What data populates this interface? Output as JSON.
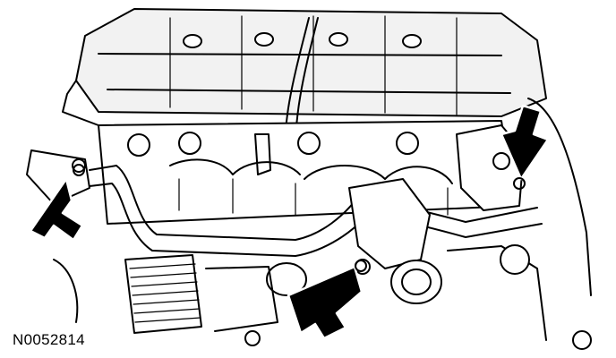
{
  "figure": {
    "id_label": "N0052814",
    "subject": "engine-coolant-tube-assembly",
    "callouts": [
      {
        "name": "arrow-left-bolt",
        "points_to": "coolant-tube-bolt-left"
      },
      {
        "name": "arrow-center-bolt",
        "points_to": "coolant-tube-bolt-center"
      },
      {
        "name": "arrow-right-bolt",
        "points_to": "coolant-tube-bolt-right"
      }
    ],
    "colors": {
      "line": "#000000",
      "background": "#ffffff"
    }
  }
}
